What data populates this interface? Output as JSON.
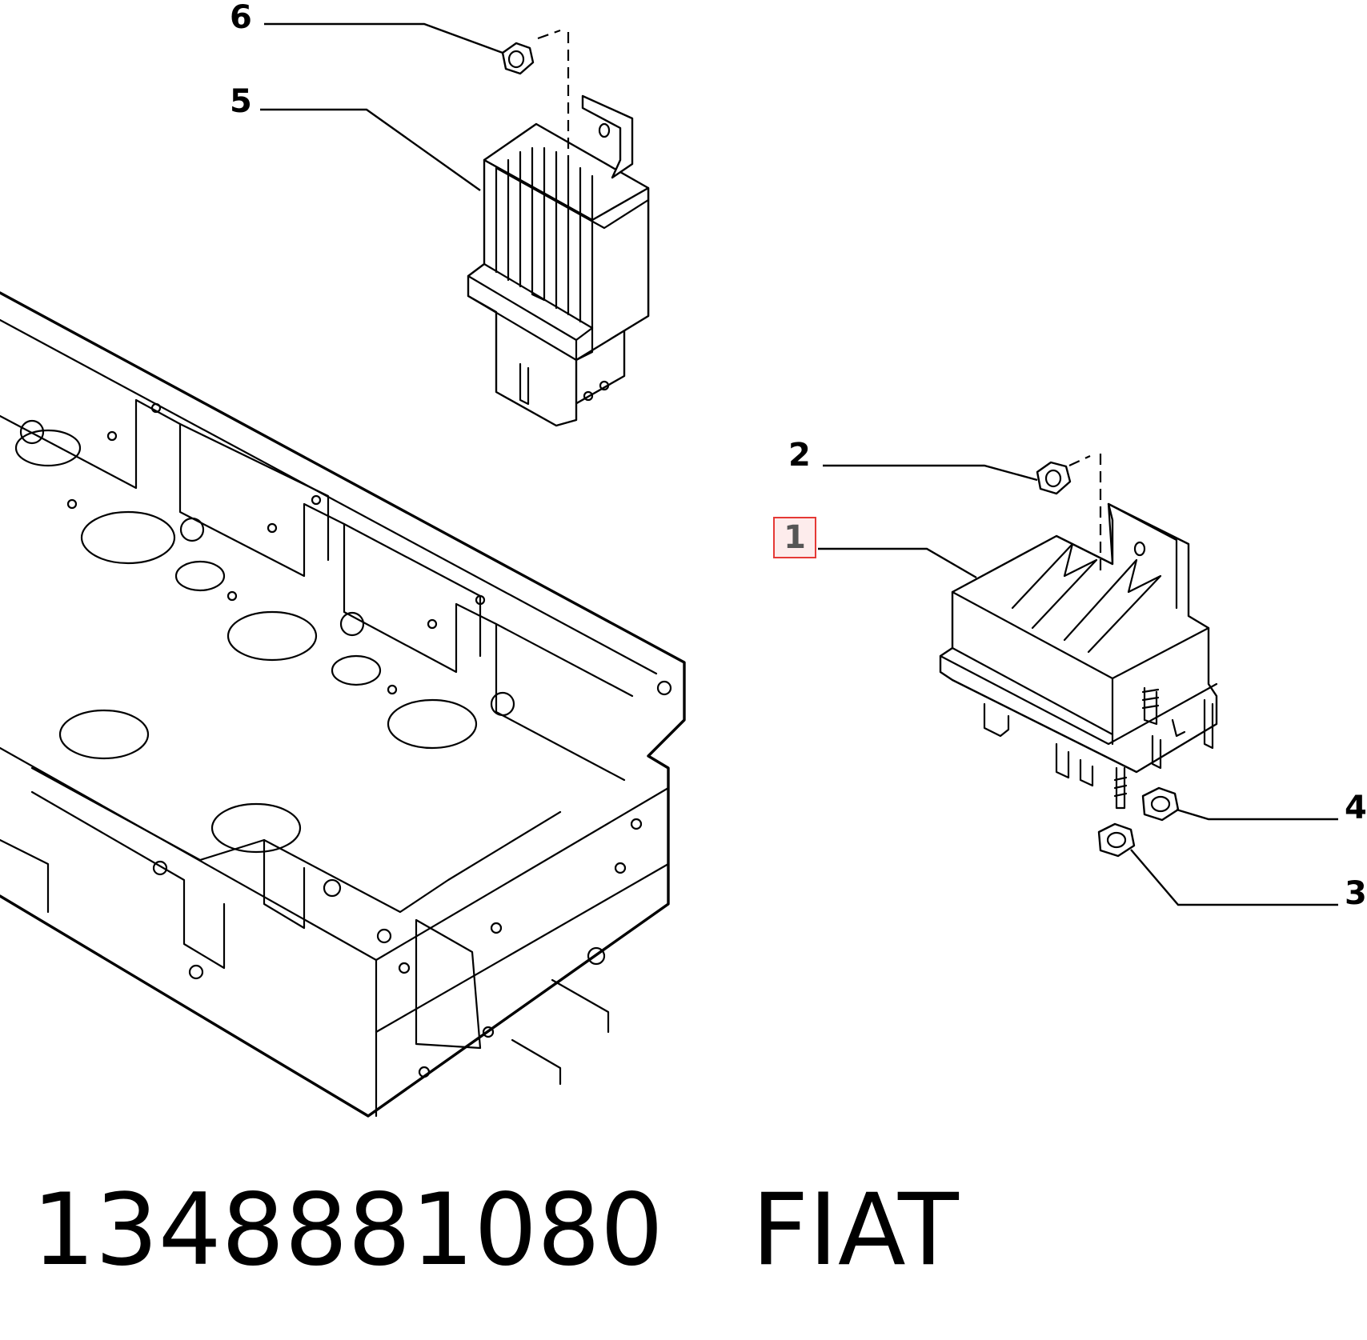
{
  "callouts": {
    "c1": "1",
    "c2": "2",
    "c3": "3",
    "c4": "4",
    "c5": "5",
    "c6": "6"
  },
  "highlighted_callout": "1",
  "part_number": "1348881080",
  "brand": "FIAT",
  "colors": {
    "highlight_border": "#e53935",
    "highlight_fill": "#fdecec",
    "line": "#000000",
    "background": "#ffffff"
  }
}
